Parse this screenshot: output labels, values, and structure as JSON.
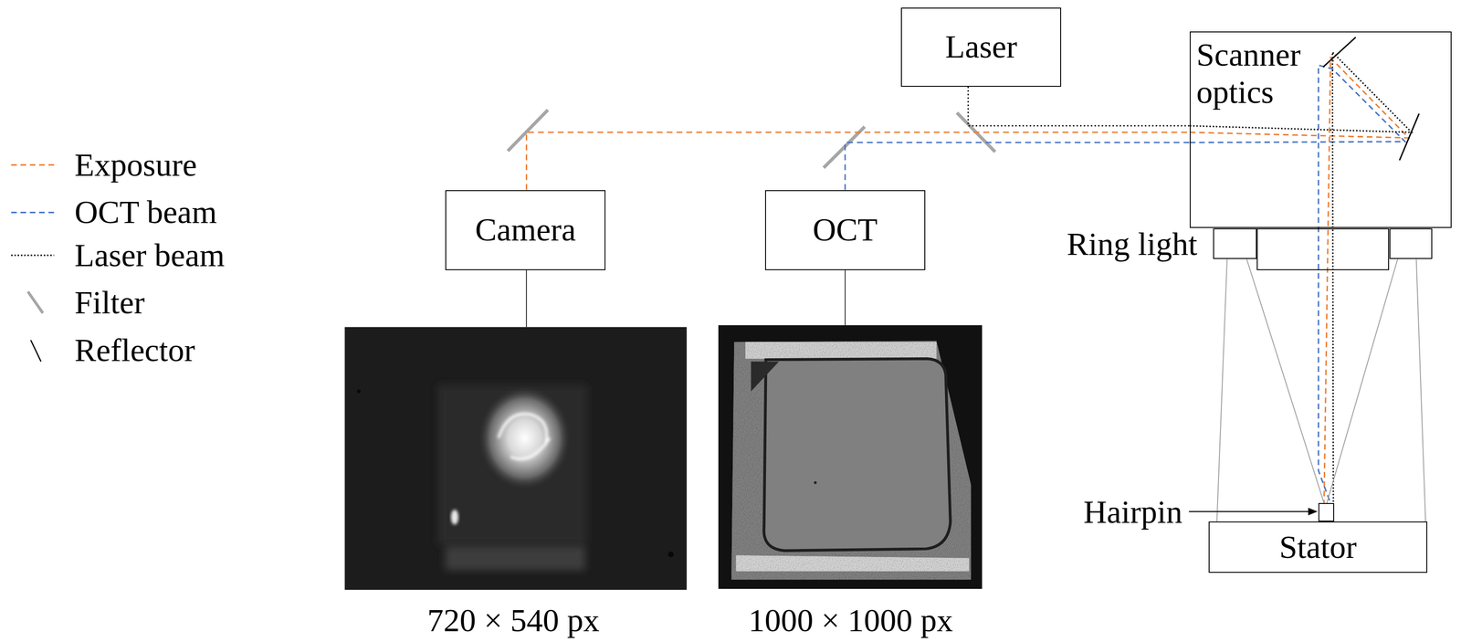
{
  "diagram": {
    "nodes": [
      {
        "text": [
          "Laser"
        ]
      },
      {
        "text": [
          "Camera"
        ]
      },
      {
        "text": [
          "OCT"
        ]
      },
      {
        "text": [
          "Scanner optics"
        ]
      },
      {
        "text": [
          "Ring light"
        ]
      },
      {
        "text": [
          "Hairpin"
        ]
      },
      {
        "text": [
          "Stator"
        ]
      }
    ],
    "edges": [
      {
        "from": 1,
        "to": 3,
        "arrow": "none"
      },
      {
        "from": 2,
        "to": 3,
        "arrow": "none"
      },
      {
        "from": 0,
        "to": 3,
        "arrow": "none"
      }
    ],
    "labels": [
      "720 × 540 px",
      "1000 × 1000 px"
    ],
    "legend": [
      {
        "text": "Exposure"
      },
      {
        "text": "OCT beam"
      },
      {
        "text": "Laser beam"
      },
      {
        "text": "Filter"
      },
      {
        "text": "Reflector"
      }
    ]
  }
}
